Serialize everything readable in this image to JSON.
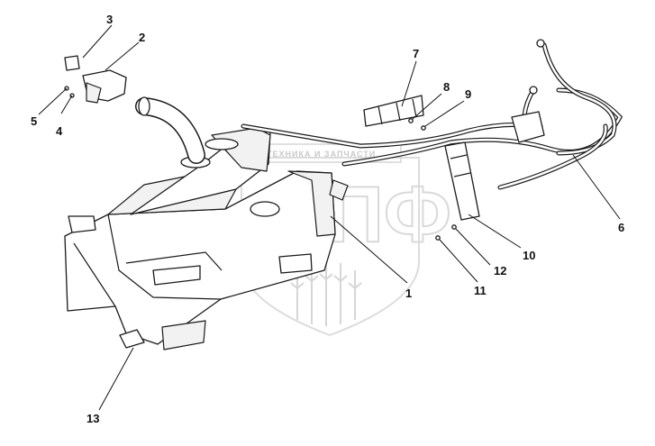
{
  "watermark": {
    "text": "ТЕХНИКА И ЗАПЧАСТИ",
    "letters": "ЭПФ"
  },
  "callouts": [
    {
      "id": "c1",
      "label": "1"
    },
    {
      "id": "c2",
      "label": "2"
    },
    {
      "id": "c3",
      "label": "3"
    },
    {
      "id": "c4",
      "label": "4"
    },
    {
      "id": "c5",
      "label": "5"
    },
    {
      "id": "c6",
      "label": "6"
    },
    {
      "id": "c7",
      "label": "7"
    },
    {
      "id": "c8",
      "label": "8"
    },
    {
      "id": "c9",
      "label": "9"
    },
    {
      "id": "c10",
      "label": "10"
    },
    {
      "id": "c11",
      "label": "11"
    },
    {
      "id": "c12",
      "label": "12"
    },
    {
      "id": "c13",
      "label": "13"
    }
  ]
}
